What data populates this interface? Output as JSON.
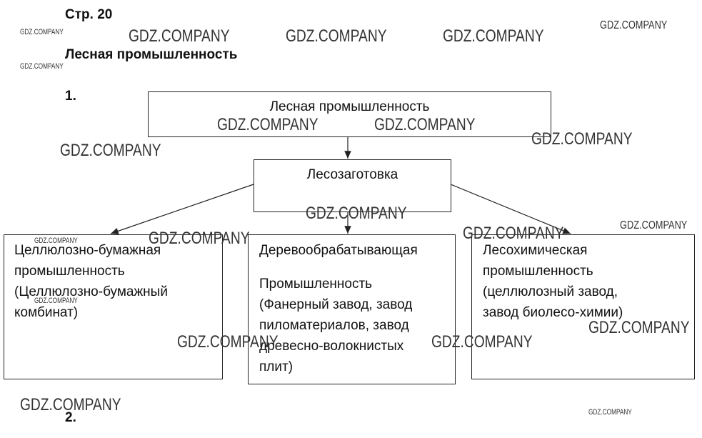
{
  "page_label": "Стр. 20",
  "section_title": "Лесная промышленность",
  "task1_label": "1.",
  "task2_label": "2.",
  "diagram": {
    "root": "Лесная промышленность",
    "level2": "Лесозаготовка",
    "left": [
      "Целлюлозно-бумажная",
      "промышленность",
      "(Целлюлозно-бумажный",
      "комбинат)"
    ],
    "middle_title": "Деревообрабатывающая",
    "middle": [
      "Промышленность",
      "(Фанерный завод, завод",
      "пиломатериалов, завод",
      "древесно-волокнистых",
      "плит)"
    ],
    "right": [
      "Лесохимическая",
      "промышленность",
      "(целлюлозный завод,",
      "завод биолесо-химии)"
    ]
  },
  "watermark": "GDZ.COMPANY"
}
